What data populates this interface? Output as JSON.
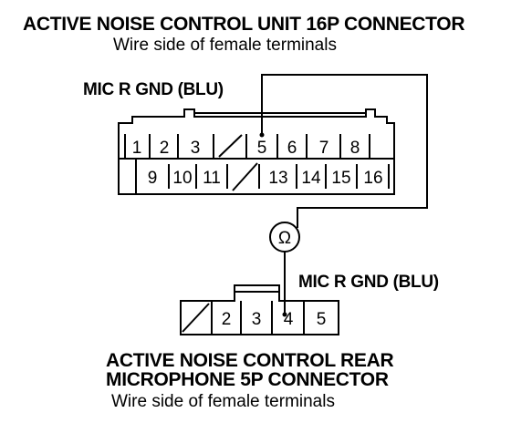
{
  "connector_16p": {
    "title": "ACTIVE NOISE CONTROL UNIT 16P CONNECTOR",
    "subtitle": "Wire side of female terminals",
    "row1_pins": [
      "1",
      "2",
      "3",
      "",
      "5",
      "6",
      "7",
      "8"
    ],
    "row2_pins": [
      "9",
      "10",
      "11",
      "",
      "13",
      "14",
      "15",
      "16"
    ]
  },
  "connector_5p": {
    "title_line1": "ACTIVE NOISE CONTROL REAR",
    "title_line2": "MICROPHONE 5P CONNECTOR",
    "subtitle": "Wire side of female terminals",
    "pins": [
      "",
      "2",
      "3",
      "4",
      "5"
    ]
  },
  "wire_labels": {
    "top": "MIC R GND (BLU)",
    "bottom": "MIC R GND (BLU)"
  },
  "meter_symbol": "Ω"
}
